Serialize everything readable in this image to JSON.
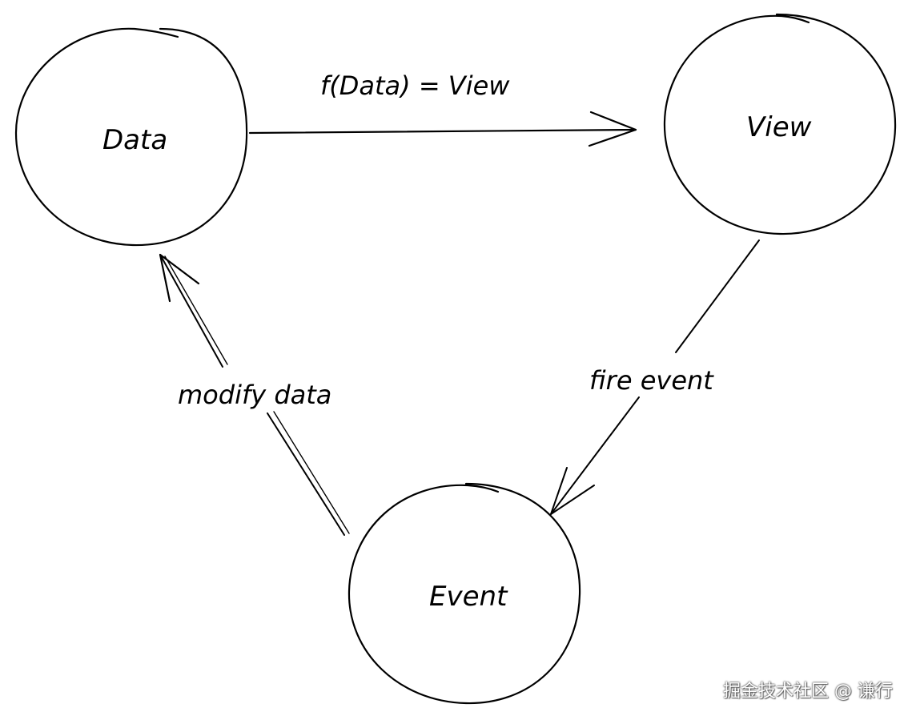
{
  "nodes": {
    "data": "Data",
    "view": "View",
    "event": "Event"
  },
  "edges": {
    "data_to_view": "f(Data) = View",
    "view_to_event": "fire event",
    "event_to_data": "modify data"
  },
  "watermark": "掘金技术社区 @ 谦行",
  "colors": {
    "stroke": "#000000",
    "background": "#ffffff"
  }
}
